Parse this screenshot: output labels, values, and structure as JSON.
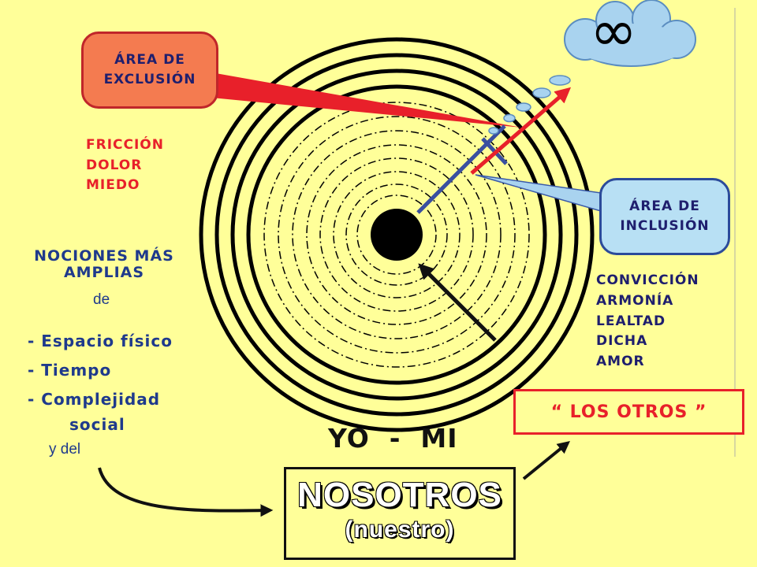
{
  "exclusion_area": {
    "line1": "ÁREA DE",
    "line2": "EXCLUSIÓN"
  },
  "inclusion_area": {
    "line1": "ÁREA DE",
    "line2": "INCLUSIÓN"
  },
  "negative_feelings": [
    "FRICCIÓN",
    "DOLOR",
    "MIEDO"
  ],
  "positive_feelings": [
    "CONVICCIÓN",
    "ARMONÍA",
    "LEALTAD",
    "DICHA",
    "AMOR"
  ],
  "notions": {
    "heading_line1": "NOCIONES MÁS",
    "heading_line2": "AMPLIAS",
    "connector": "de",
    "items": [
      "- Espacio físico",
      "- Tiempo",
      "- Complejidad"
    ],
    "item3_continued": "social",
    "connector2": "y del"
  },
  "center_label": "YO  -  MI",
  "others_label": "“ LOS OTROS ”",
  "nosotros": {
    "title": "NOSOTROS",
    "subtitle": "(nuestro)"
  },
  "infinity_symbol": "∞",
  "colors": {
    "background": "#ffff99",
    "red": "#e8202a",
    "blue": "#1f3a8c",
    "exclusion_fill": "#f47b50",
    "inclusion_fill": "#b8e0f4",
    "cloud": "#a9d3ef"
  }
}
